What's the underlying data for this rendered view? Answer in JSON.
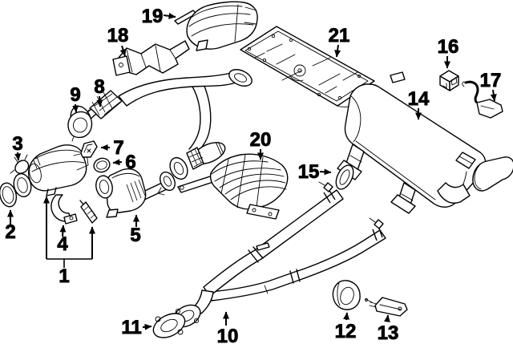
{
  "diagram": {
    "colors": {
      "background": "#ffffff",
      "line": "#000000"
    },
    "labels": {
      "l1": "1",
      "l2": "2",
      "l3": "3",
      "l4": "4",
      "l5": "5",
      "l6": "6",
      "l7": "7",
      "l8": "8",
      "l9": "9",
      "l10": "10",
      "l11": "11",
      "l12": "12",
      "l13": "13",
      "l14": "14",
      "l15": "15",
      "l16": "16",
      "l17": "17",
      "l18": "18",
      "l19": "19",
      "l20": "20",
      "l21": "21"
    }
  }
}
